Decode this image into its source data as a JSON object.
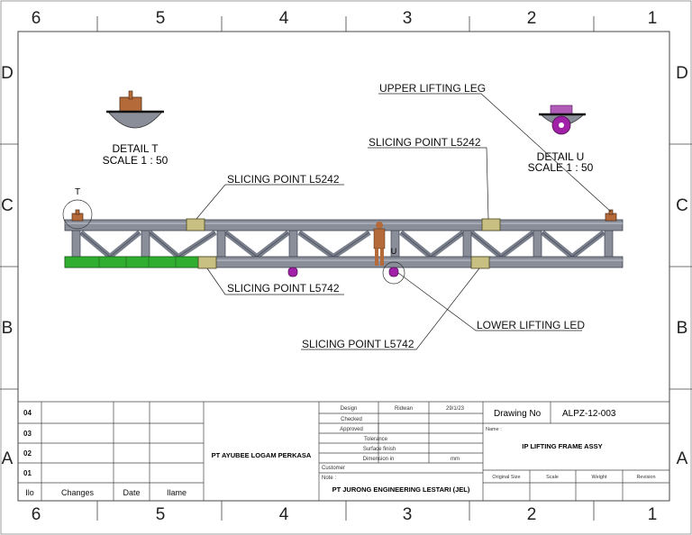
{
  "zones": {
    "columns": [
      "6",
      "5",
      "4",
      "3",
      "2",
      "1"
    ],
    "rows": [
      "D",
      "C",
      "B",
      "A"
    ]
  },
  "details": {
    "t": {
      "marker": "T",
      "title": "DETAIL T",
      "scale": "SCALE 1 : 50"
    },
    "u": {
      "marker": "U",
      "title": "DETAIL U",
      "scale": "SCALE 1 : 50"
    }
  },
  "callouts": {
    "upper_lifting_leg": "UPPER LIFTING LEG",
    "slicing_top_right": "SLICING POINT L5242",
    "slicing_top_left": "SLICING POINT L5242",
    "slicing_bottom_left": "SLICING POINT L5742",
    "lower_lifting_led": "LOWER LIFTING LED",
    "slicing_bottom_right": "SLICING POINT L5742"
  },
  "title_block": {
    "revisions": {
      "rows": [
        "04",
        "03",
        "02",
        "01"
      ],
      "header": {
        "no": "Ilo",
        "changes": "Changes",
        "date": "Date",
        "name": "Ilame"
      }
    },
    "company": "PT AYUBEE LOGAM PERKASA",
    "design_label": "Design",
    "design_by": "Ridwan",
    "design_date": "29/1/23",
    "checked_label": "Checked",
    "approved_label": "Approved",
    "tolerance_label": "Tolerance",
    "surface_finish_label": "Surface finish",
    "dimension_label": "Dimension in",
    "dimension_unit": "mm",
    "customer_label": "Customer",
    "note_label": "Note :",
    "customer": "PT JURONG ENGINEERING LESTARI (JEL)",
    "drawing_no_label": "Drawing No",
    "drawing_no": "ALPZ-12-003",
    "name_label": "Name :",
    "drawing_name": "IP LIFTING FRAME ASSY",
    "original_size_label": "Original Size",
    "scale_label": "Scale",
    "weight_label": "Weight",
    "revision_label": "Revision"
  },
  "colors": {
    "frame": "#7a7f8c",
    "frame_dark": "#3d4150",
    "frame_light": "#b9bdc6",
    "green_section": "#2fae2f",
    "lifting_leg": "#b56a3a",
    "shackle": "#a020a8",
    "slice_plate": "#c8bf82"
  }
}
